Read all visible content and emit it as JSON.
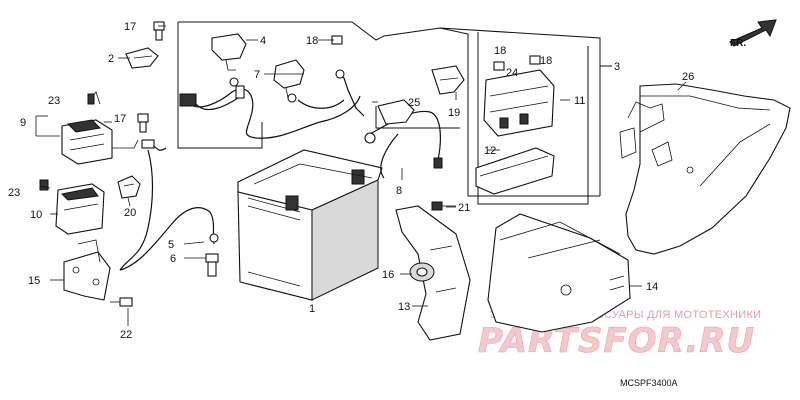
{
  "diagram": {
    "callouts": {
      "c1": "1",
      "c2": "2",
      "c3": "3",
      "c4": "4",
      "c5": "5",
      "c6": "6",
      "c7": "7",
      "c8": "8",
      "c9": "9",
      "c10": "10",
      "c11": "11",
      "c12": "12",
      "c13": "13",
      "c14": "14",
      "c15": "15",
      "c16": "16",
      "c17a": "17",
      "c17b": "17",
      "c18a": "18",
      "c18b": "18",
      "c18c": "18",
      "c19": "19",
      "c20": "20",
      "c21": "21",
      "c22": "22",
      "c23a": "23",
      "c23b": "23",
      "c24": "24",
      "c25": "25",
      "c26": "26"
    },
    "direction_label": "FR.",
    "diagram_code": "MCSPF3400A"
  },
  "watermark": {
    "tagline": "ЗАПЧАСТИ И АКСЕССУАРЫ ДЛЯ МОТОТЕХНИКИ",
    "logo": "PARTSFOR.RU"
  },
  "colors": {
    "line": "#111111",
    "watermark_logo": "#f4c9cd",
    "watermark_text": "#d9a0a6"
  }
}
